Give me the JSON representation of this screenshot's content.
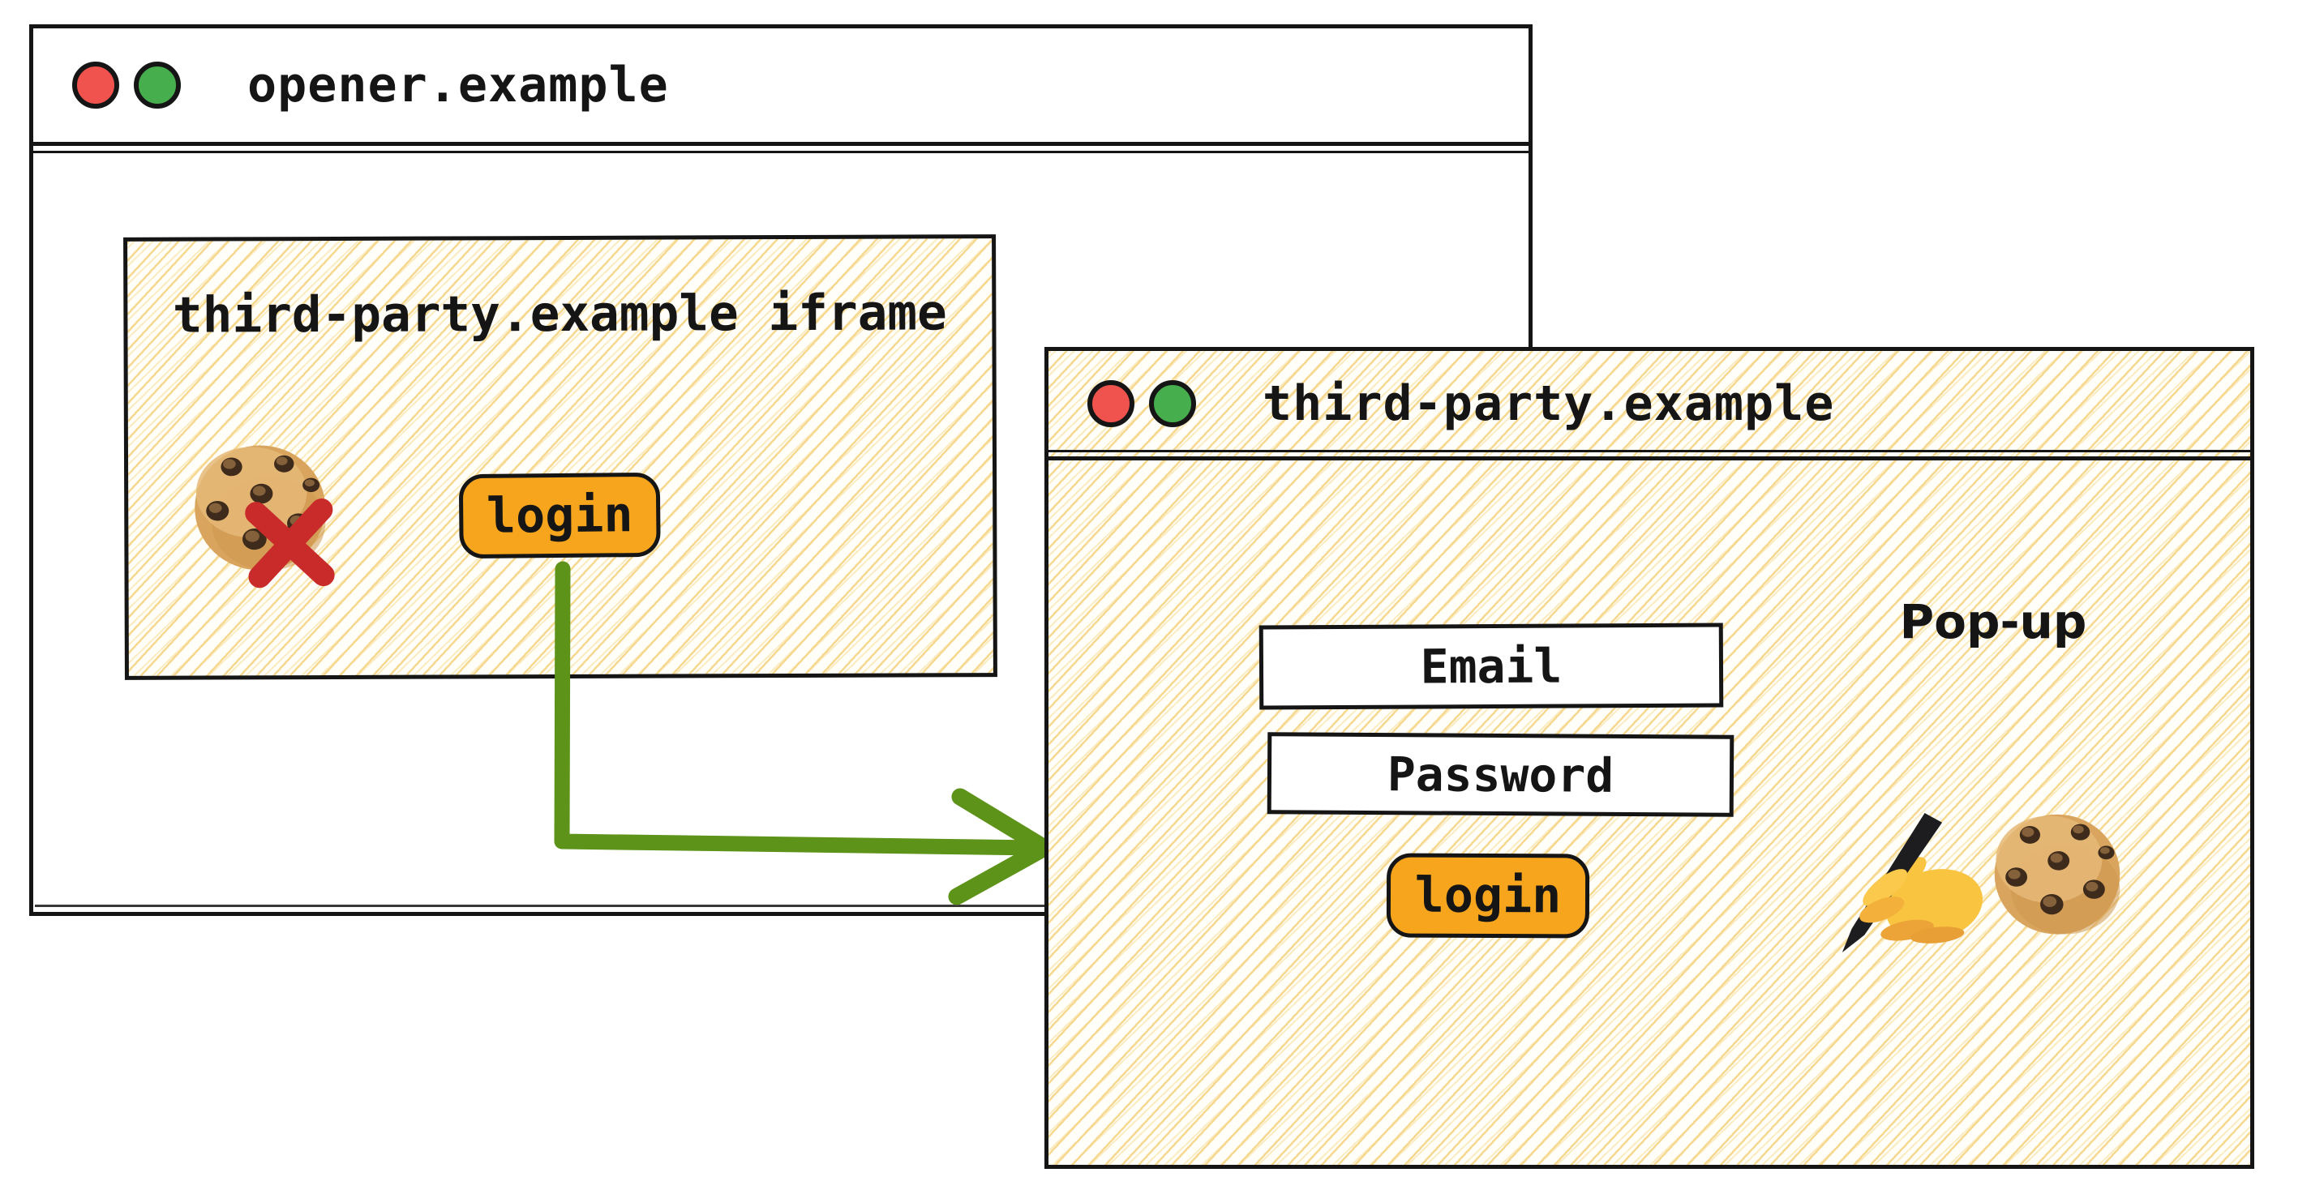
{
  "opener_window": {
    "title": "opener.example",
    "traffic_lights": [
      "red",
      "green"
    ],
    "iframe": {
      "label": "third-party.example iframe",
      "status_icon": "cookie-blocked-red-x",
      "login_button_label": "login"
    }
  },
  "popup_window": {
    "title": "third-party.example",
    "annotation": "Pop-up",
    "traffic_lights": [
      "red",
      "green"
    ],
    "email_field_label": "Email",
    "password_field_label": "Password",
    "login_button_label": "login",
    "icons": [
      "writing-hand",
      "cookie"
    ]
  },
  "flow_arrow": {
    "from": "iframe login button",
    "to": "popup window",
    "color": "#5C9318"
  },
  "colors": {
    "button_orange": "#F6A51D",
    "arrow_green": "#5C9318",
    "blocked_x_red": "#C92B2B",
    "traffic_red": "#F0534E",
    "traffic_green": "#47AE4E",
    "ink_black": "#151515",
    "hatch_yellow": "#F6D68A"
  }
}
